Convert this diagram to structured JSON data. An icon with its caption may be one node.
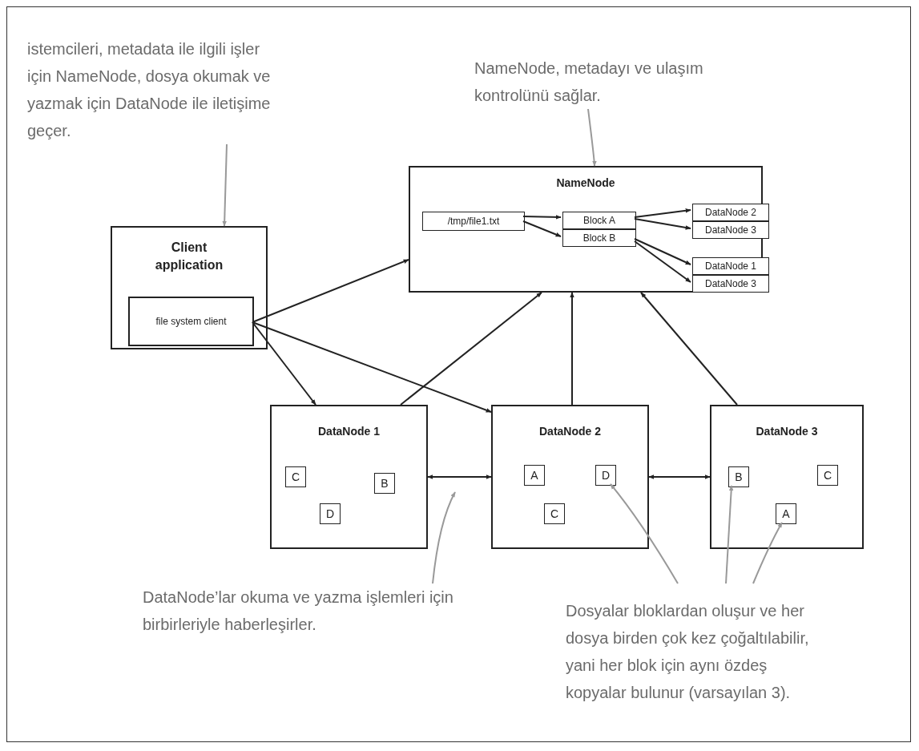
{
  "diagram": {
    "nodes": [
      {
        "text": [
          "istemcileri, metadata ile ilgili işler için NameNode, dosya okumak ve yazmak için DataNode ile iletişime geçer."
        ]
      },
      {
        "text": [
          "NameNode, metadayı ve ulaşım kontrolünü sağlar."
        ]
      },
      {
        "text": [
          "Client application"
        ]
      },
      {
        "text": [
          "file system client"
        ],
        "in": 2
      },
      {
        "text": [
          "NameNode"
        ]
      },
      {
        "text": [
          "/tmp/file1.txt"
        ],
        "in": 4
      },
      {
        "text": [
          "Block A"
        ],
        "in": 4
      },
      {
        "text": [
          "Block B"
        ],
        "in": 4
      },
      {
        "text": [
          "DataNode 2"
        ],
        "in": 4
      },
      {
        "text": [
          "DataNode 3"
        ],
        "in": 4
      },
      {
        "text": [
          "DataNode 1"
        ],
        "in": 4
      },
      {
        "text": [
          "DataNode 3"
        ],
        "in": 4
      },
      {
        "text": [
          "DataNode 1"
        ]
      },
      {
        "text": [
          "C"
        ],
        "in": 12
      },
      {
        "text": [
          "B"
        ],
        "in": 12
      },
      {
        "text": [
          "D"
        ],
        "in": 12
      },
      {
        "text": [
          "DataNode 2"
        ]
      },
      {
        "text": [
          "A"
        ],
        "in": 16
      },
      {
        "text": [
          "D"
        ],
        "in": 16
      },
      {
        "text": [
          "C"
        ],
        "in": 16
      },
      {
        "text": [
          "DataNode 3"
        ]
      },
      {
        "text": [
          "B"
        ],
        "in": 20
      },
      {
        "text": [
          "C"
        ],
        "in": 20
      },
      {
        "text": [
          "A"
        ],
        "in": 20
      },
      {
        "text": [
          "DataNode’lar okuma ve yazma işlemleri için birbirleriyle haberleşirler."
        ]
      },
      {
        "text": [
          "Dosyalar bloklardan oluşur ve her dosya birden çok kez çoğaltılabilir, yani her blok için aynı özdeş kopyalar bulunur (varsayılan 3)."
        ]
      }
    ],
    "edges": [
      {
        "from": 0,
        "to": 2,
        "arrow": "to",
        "color": "#999999"
      },
      {
        "from": 1,
        "to": 4,
        "arrow": "to",
        "color": "#999999"
      },
      {
        "from": 3,
        "to": 4,
        "arrow": "to"
      },
      {
        "from": 3,
        "to": 12,
        "arrow": "to"
      },
      {
        "from": 3,
        "to": 16,
        "arrow": "to"
      },
      {
        "from": 12,
        "to": 4,
        "arrow": "to"
      },
      {
        "from": 16,
        "to": 4,
        "arrow": "to"
      },
      {
        "from": 20,
        "to": 4,
        "arrow": "to"
      },
      {
        "from": 12,
        "to": 16,
        "arrow": "both"
      },
      {
        "from": 16,
        "to": 20,
        "arrow": "both"
      },
      {
        "from": 5,
        "to": 6,
        "arrow": "to"
      },
      {
        "from": 5,
        "to": 7,
        "arrow": "to"
      },
      {
        "from": 6,
        "to": 8,
        "arrow": "to"
      },
      {
        "from": 6,
        "to": 9,
        "arrow": "to"
      },
      {
        "from": 7,
        "to": 10,
        "arrow": "to"
      },
      {
        "from": 7,
        "to": 11,
        "arrow": "to"
      },
      {
        "from": 24,
        "to": null,
        "arrow": "to",
        "color": "#999999"
      },
      {
        "from": 25,
        "to": 18,
        "arrow": "to",
        "color": "#999999"
      },
      {
        "from": 25,
        "to": 21,
        "arrow": "to",
        "color": "#999999"
      },
      {
        "from": 25,
        "to": 23,
        "arrow": "to",
        "color": "#999999"
      }
    ]
  }
}
